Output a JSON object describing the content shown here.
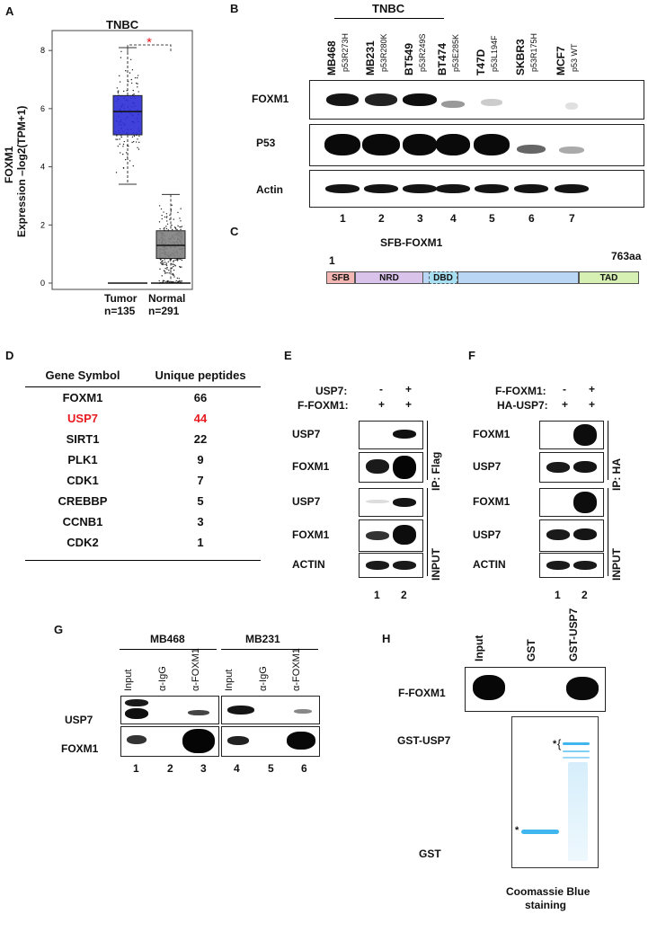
{
  "colors": {
    "tumor_box": "#2b2bd6",
    "normal_box": "#808080",
    "highlight": "#e8191f",
    "sfb": "#f4b6b3",
    "nrd": "#d9c3ea",
    "dbd": "#a9dff2",
    "body": "#b9d7f5",
    "tad": "#d6f0b4",
    "coomassie": "#3fb7ee"
  },
  "panelA": {
    "label": "A",
    "chart_data": {
      "type": "box",
      "title": "TNBC",
      "ylabel_line1": "FOXM1",
      "ylabel_line2": "Expression –log2(TPM+1)",
      "ylim": [
        0,
        8.5
      ],
      "yticks": [
        "0",
        "2",
        "4",
        "6",
        "8"
      ],
      "categories": [
        "Tumor",
        "Normal"
      ],
      "n_labels": [
        "n=135",
        "n=291"
      ],
      "significance": "*",
      "series": [
        {
          "category": "Tumor",
          "q1": 5.1,
          "median": 5.9,
          "q3": 6.45,
          "whisker_low": 3.4,
          "whisker_high": 8.1,
          "point_min": 2.5,
          "point_max": 8.15
        },
        {
          "category": "Normal",
          "q1": 0.85,
          "median": 1.3,
          "q3": 1.8,
          "whisker_low": 0.0,
          "whisker_high": 3.05,
          "point_min": 0.0,
          "point_max": 4.6
        }
      ]
    }
  },
  "panelB": {
    "label": "B",
    "group_label": "TNBC",
    "lanes": [
      {
        "cell": "MB468",
        "mut": "p53R273H",
        "num": "1"
      },
      {
        "cell": "MB231",
        "mut": "p53R280K",
        "num": "2"
      },
      {
        "cell": "BT549",
        "mut": "p53R249S",
        "num": "3"
      },
      {
        "cell": "BT474",
        "mut": "p53E285K",
        "num": "4"
      },
      {
        "cell": "T47D",
        "mut": "p53L194F",
        "num": "5"
      },
      {
        "cell": "SKBR3",
        "mut": "p53R175H",
        "num": "6"
      },
      {
        "cell": "MCF7",
        "mut": "p53 WT",
        "num": "7"
      }
    ],
    "rows": [
      "FOXM1",
      "P53",
      "Actin"
    ]
  },
  "panelC": {
    "label": "C",
    "construct": "SFB-FOXM1",
    "start": "1",
    "end": "763aa",
    "domains": [
      "SFB",
      "NRD",
      "DBD",
      "TAD"
    ]
  },
  "panelD": {
    "label": "D",
    "headers": [
      "Gene Symbol",
      "Unique peptides"
    ],
    "rows": [
      {
        "gene": "FOXM1",
        "peptides": "66"
      },
      {
        "gene": "USP7",
        "peptides": "44"
      },
      {
        "gene": "SIRT1",
        "peptides": "22"
      },
      {
        "gene": "PLK1",
        "peptides": "9"
      },
      {
        "gene": "CDK1",
        "peptides": "7"
      },
      {
        "gene": "CREBBP",
        "peptides": "5"
      },
      {
        "gene": "CCNB1",
        "peptides": "3"
      },
      {
        "gene": "CDK2",
        "peptides": "1"
      }
    ]
  },
  "panelE": {
    "label": "E",
    "cond1": "USP7:",
    "cond1_vals": [
      "-",
      "+"
    ],
    "cond2": "F-FOXM1:",
    "cond2_vals": [
      "+",
      "+"
    ],
    "ip_rows": [
      "USP7",
      "FOXM1"
    ],
    "ip_label": "IP: Flag",
    "input_rows": [
      "USP7",
      "FOXM1",
      "ACTIN"
    ],
    "input_label": "INPUT",
    "lanes": [
      "1",
      "2"
    ]
  },
  "panelF": {
    "label": "F",
    "cond1": "F-FOXM1:",
    "cond1_vals": [
      "-",
      "+"
    ],
    "cond2": "HA-USP7:",
    "cond2_vals": [
      "+",
      "+"
    ],
    "ip_rows": [
      "FOXM1",
      "USP7"
    ],
    "ip_label": "IP: HA",
    "input_rows": [
      "FOXM1",
      "USP7",
      "ACTIN"
    ],
    "input_label": "INPUT",
    "lanes": [
      "1",
      "2"
    ]
  },
  "panelG": {
    "label": "G",
    "groups": [
      "MB468",
      "MB231"
    ],
    "lane_labels": [
      "Input",
      "α-IgG",
      "α-FOXM1",
      "Input",
      "α-IgG",
      "α-FOXM1"
    ],
    "rows": [
      "USP7",
      "FOXM1"
    ],
    "lanes": [
      "1",
      "2",
      "3",
      "4",
      "5",
      "6"
    ]
  },
  "panelH": {
    "label": "H",
    "lane_labels": [
      "Input",
      "GST",
      "GST-USP7"
    ],
    "row": "F-FOXM1",
    "gel_labels": [
      "GST-USP7",
      "GST"
    ],
    "marker": "*",
    "bracket": "{",
    "caption_line1": "Coomassie Blue",
    "caption_line2": "staining"
  }
}
